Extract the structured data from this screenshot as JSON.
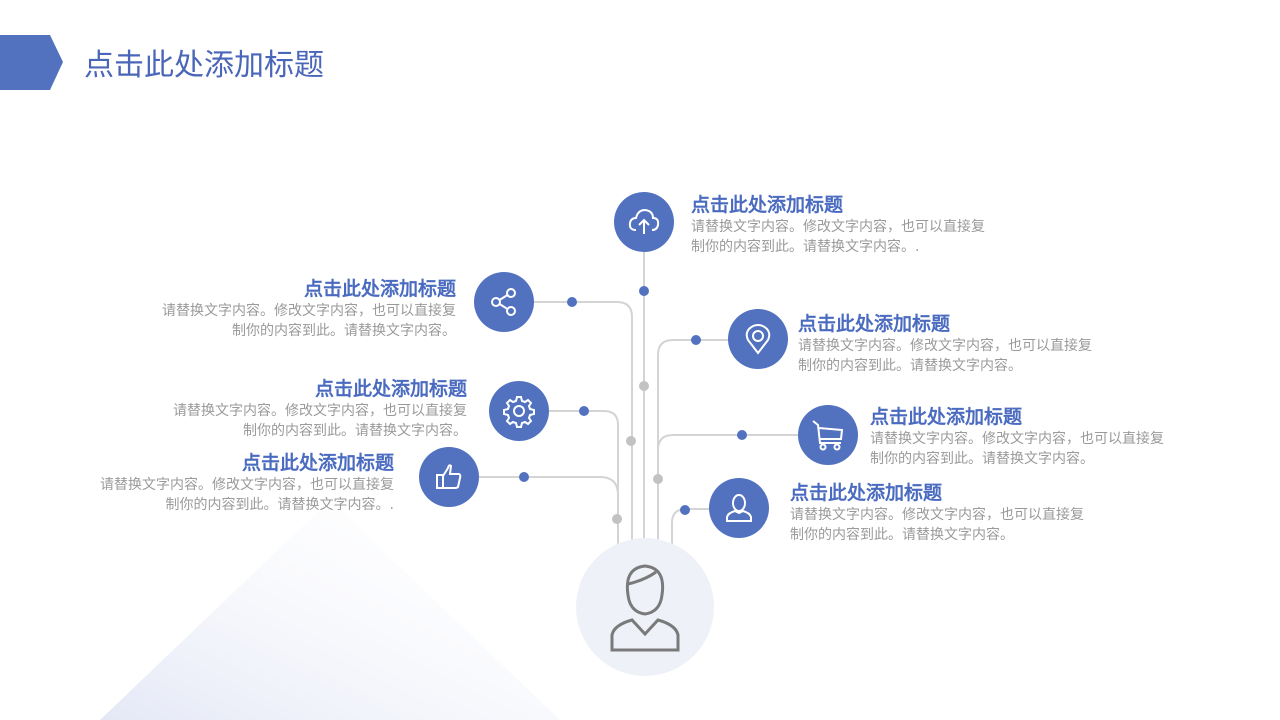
{
  "header": {
    "title": "点击此处添加标题"
  },
  "nodes": [
    {
      "icon": "cloud-upload-icon",
      "title": "点击此处添加标题",
      "line1": "请替换文字内容。修改文字内容，也可以直接复",
      "line2": "制你的内容到此。请替换文字内容。."
    },
    {
      "icon": "share-icon",
      "title": "点击此处添加标题",
      "line1": "请替换文字内容。修改文字内容，也可以直接复",
      "line2": "制你的内容到此。请替换文字内容。"
    },
    {
      "icon": "gear-icon",
      "title": "点击此处添加标题",
      "line1": "请替换文字内容。修改文字内容，也可以直接复",
      "line2": "制你的内容到此。请替换文字内容。"
    },
    {
      "icon": "thumbs-up-icon",
      "title": "点击此处添加标题",
      "line1": "请替换文字内容。修改文字内容，也可以直接复",
      "line2": "制你的内容到此。请替换文字内容。."
    },
    {
      "icon": "location-pin-icon",
      "title": "点击此处添加标题",
      "line1": "请替换文字内容。修改文字内容，也可以直接复",
      "line2": "制你的内容到此。请替换文字内容。"
    },
    {
      "icon": "cart-icon",
      "title": "点击此处添加标题",
      "line1": "请替换文字内容。修改文字内容，也可以直接复",
      "line2": "制你的内容到此。请替换文字内容。"
    },
    {
      "icon": "user-icon",
      "title": "点击此处添加标题",
      "line1": "请替换文字内容。修改文字内容，也可以直接复",
      "line2": "制你的内容到此。请替换文字内容。"
    }
  ],
  "colors": {
    "accent": "#5272c0",
    "line": "#d4d4d4",
    "center": "#eef1f8"
  }
}
